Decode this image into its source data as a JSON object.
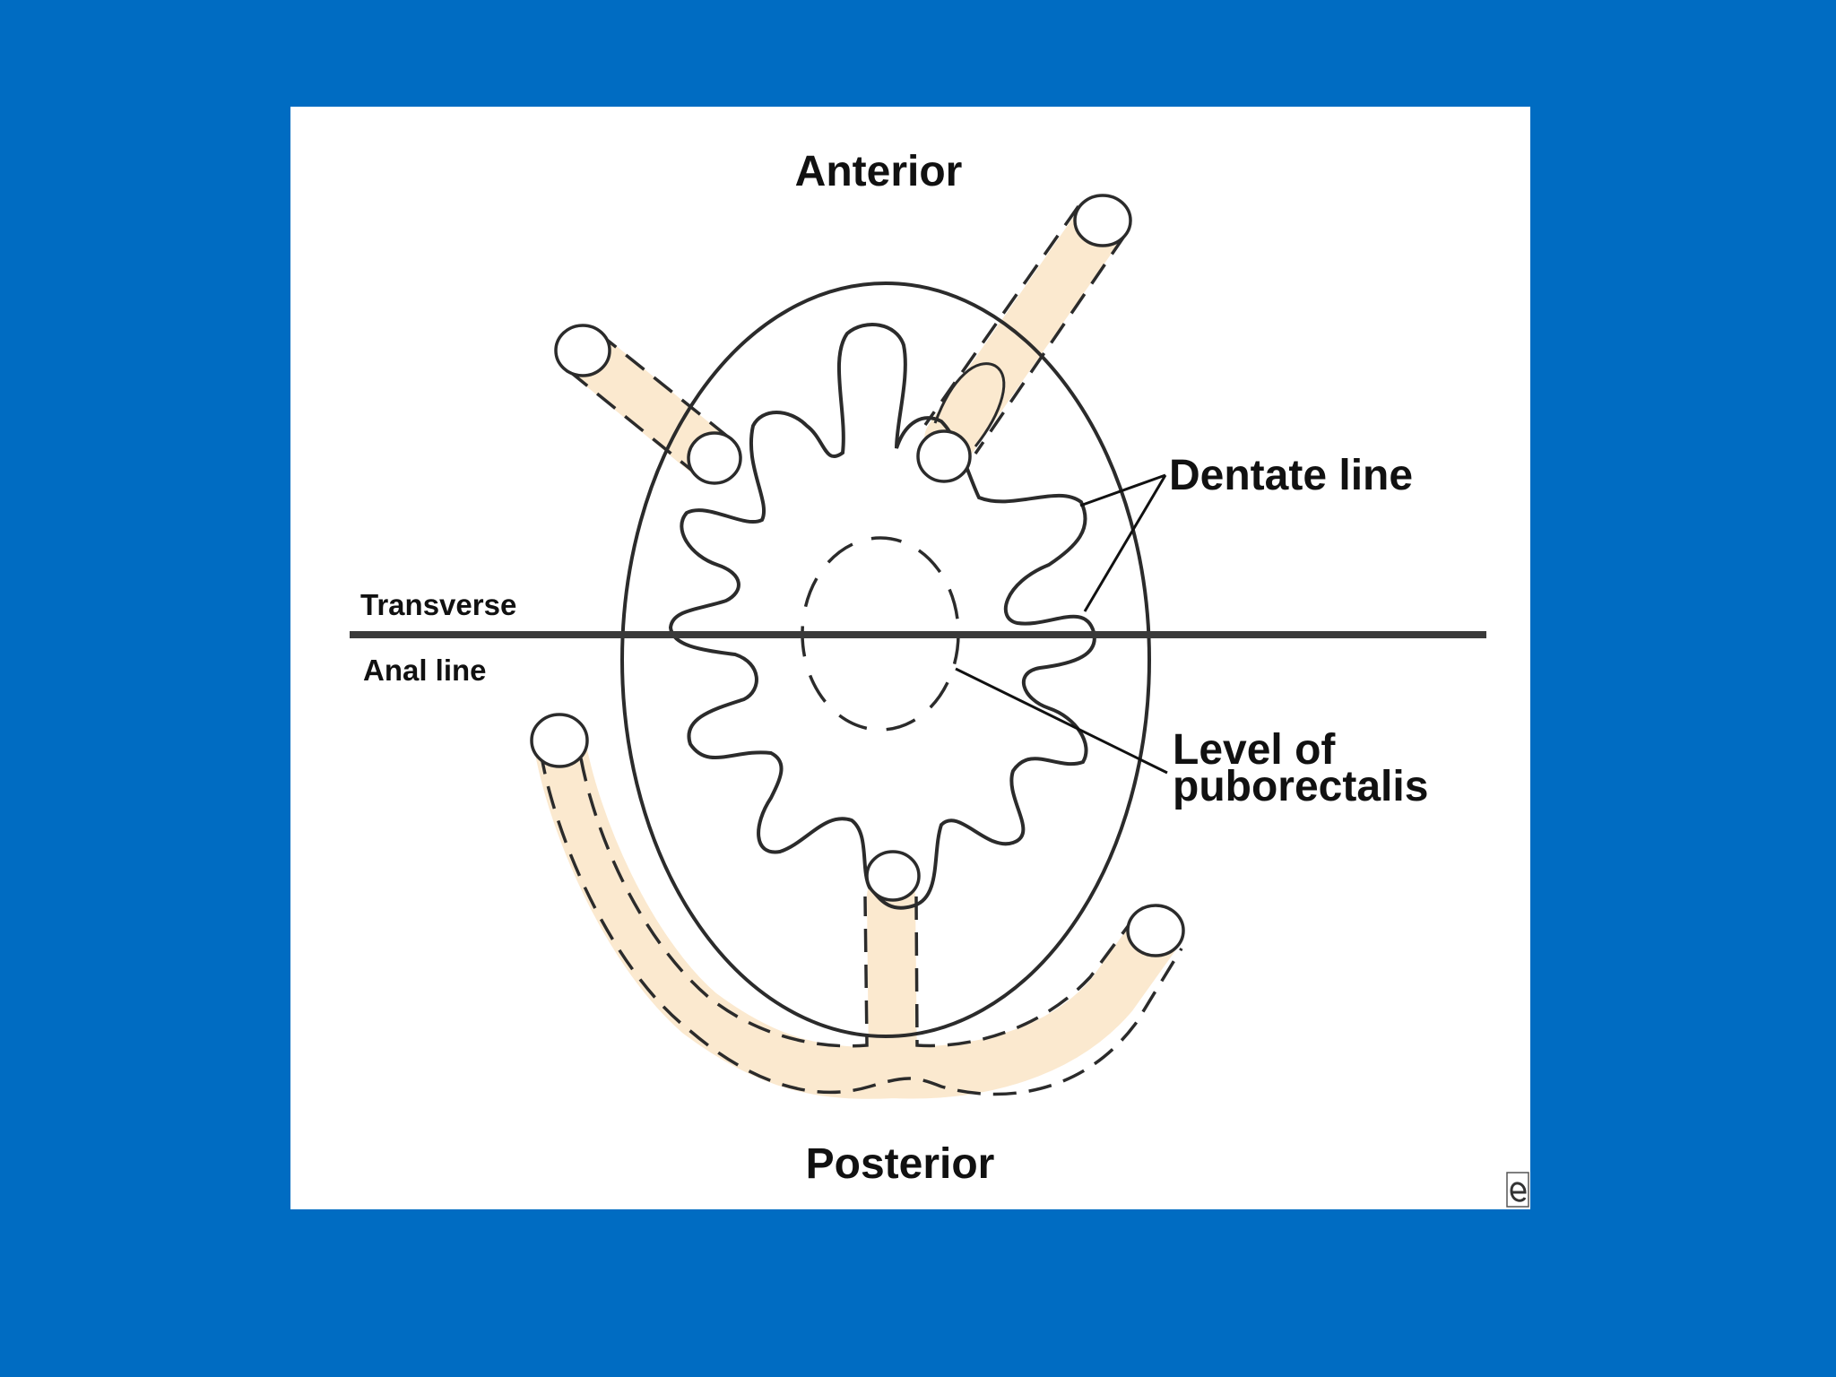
{
  "diagram": {
    "labels": {
      "anterior": "Anterior",
      "posterior": "Posterior",
      "transverse": "Transverse",
      "anal_line": "Anal line",
      "dentate_line": "Dentate line",
      "level_of": "Level of",
      "puborectalis": "puborectalis"
    },
    "colors": {
      "background": "#006cc2",
      "panel": "#ffffff",
      "tract_fill": "#fbe9cf",
      "line": "#2b2b2b"
    },
    "icons": {
      "corner_mark": "publisher-logo-icon"
    }
  }
}
